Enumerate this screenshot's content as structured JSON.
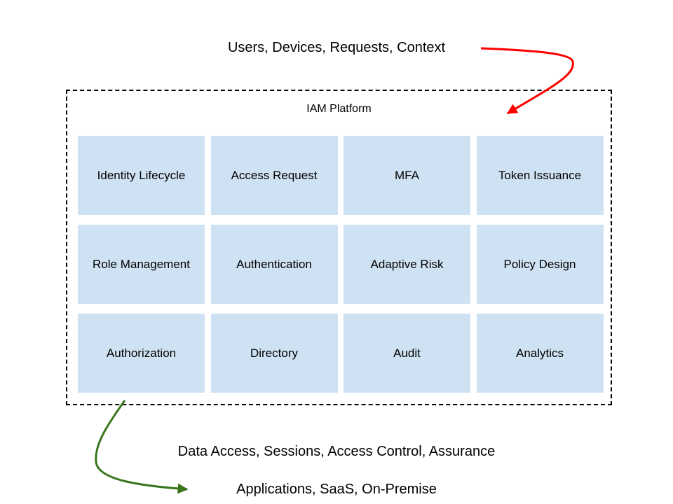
{
  "inputs_label": "Users, Devices, Requests, Context",
  "platform": {
    "title": "IAM Platform",
    "capabilities": [
      "Identity Lifecycle",
      "Access Request",
      "MFA",
      "Token Issuance",
      "Role Management",
      "Authentication",
      "Adaptive Risk",
      "Policy Design",
      "Authorization",
      "Directory",
      "Audit",
      "Analytics"
    ]
  },
  "outputs_label": "Data Access, Sessions, Access Control, Assurance",
  "targets_label": "Applications, SaaS, On-Premise",
  "colors": {
    "cell_fill": "#cfe2f3",
    "input_arrow": "#ff0000",
    "output_arrow": "#38761d",
    "border": "#000000"
  }
}
